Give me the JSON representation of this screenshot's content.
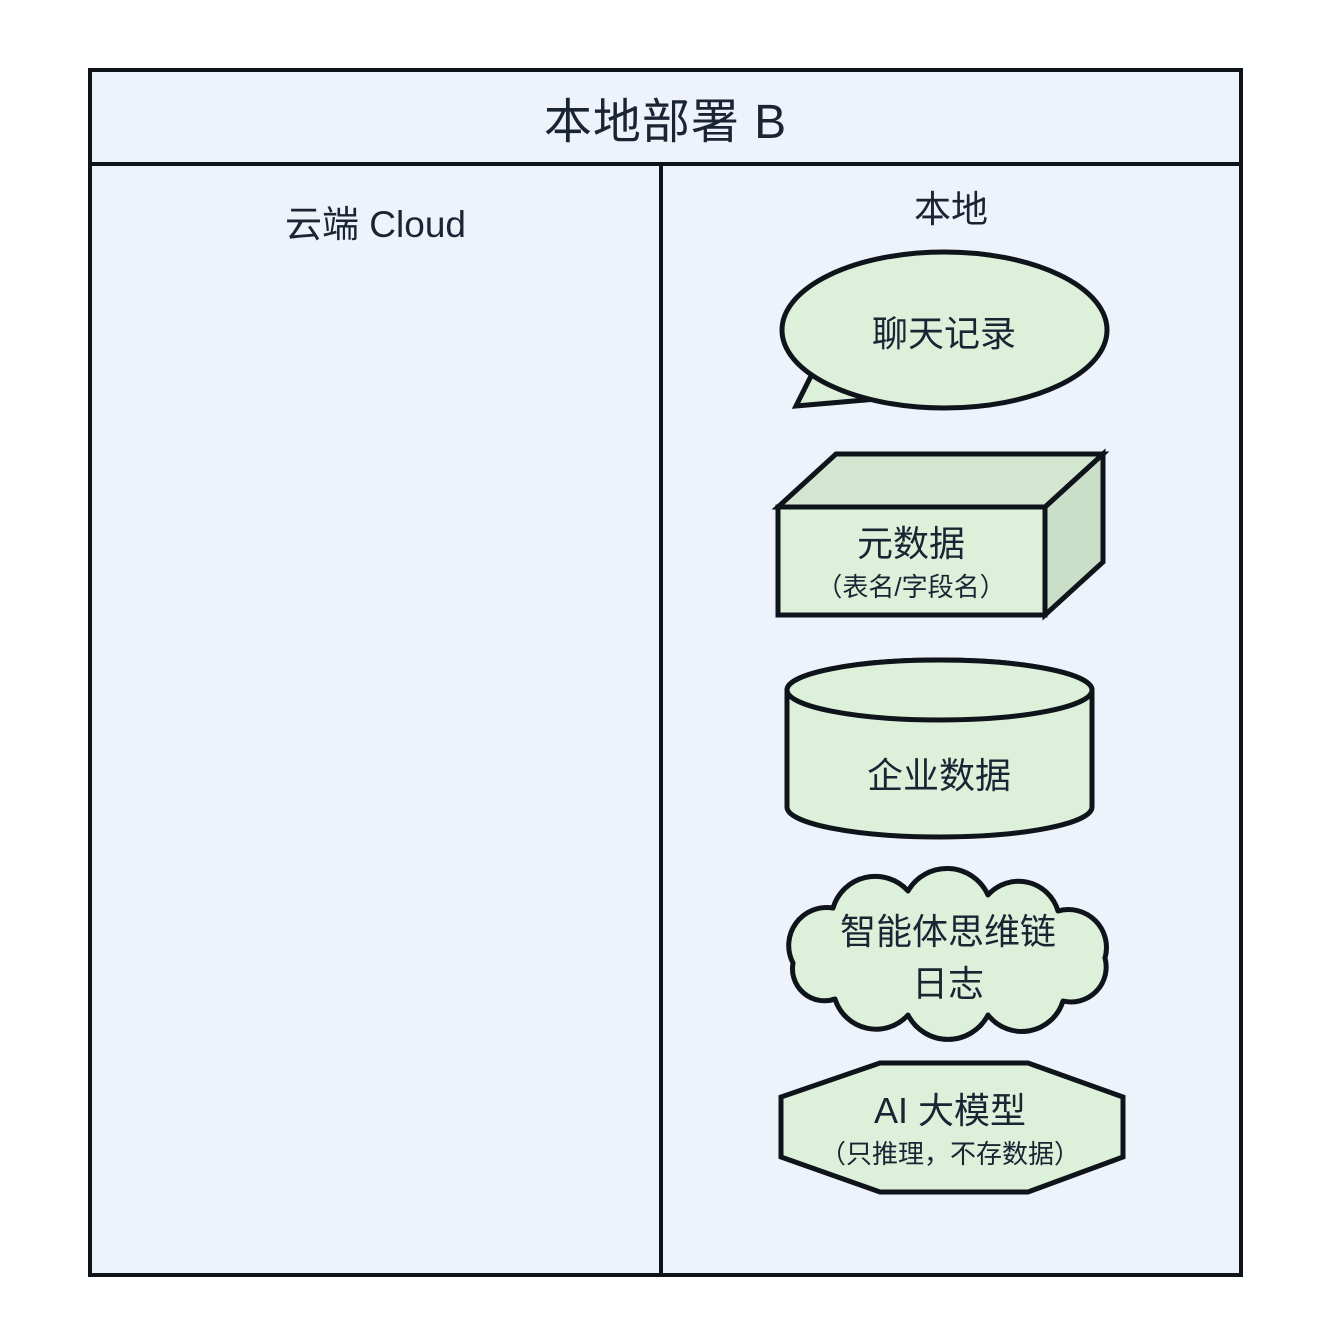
{
  "diagram": {
    "title": "本地部署 B",
    "lanes": [
      {
        "id": "cloud",
        "label": "云端 Cloud"
      },
      {
        "id": "local",
        "label": "本地"
      }
    ],
    "nodes": [
      {
        "shape": "speech-bubble",
        "label": "聊天记录"
      },
      {
        "shape": "cube-3d",
        "label": "元数据",
        "sublabel": "（表名/字段名）"
      },
      {
        "shape": "database-cylinder",
        "label": "企业数据"
      },
      {
        "shape": "cloud",
        "label": "智能体思维链",
        "label_line2": "日志"
      },
      {
        "shape": "octagon",
        "label": "AI 大模型",
        "sublabel": "（只推理，不存数据）"
      }
    ]
  },
  "colors": {
    "page_bg": "#ffffff",
    "diagram_bg": "#EDF2FB",
    "line": "#0F131A",
    "text": "#1A2433",
    "shape_fill": "#DCF0DA",
    "cube_top_fill": "#D2E6D0",
    "cube_side_fill": "#C9DFC7"
  }
}
